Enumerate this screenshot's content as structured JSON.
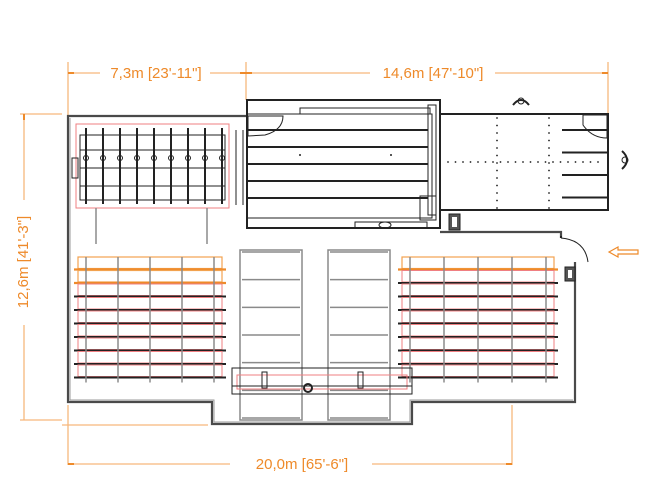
{
  "drawing": {
    "title": "Glass processing line floor plan",
    "dimensions": {
      "top_left": "7,3m [23'-11\"]",
      "top_right": "14,6m [47'-10\"]",
      "left_vertical": "12,6m [41'-3\"]",
      "bottom_total": "20,0m [65'-6\"]"
    },
    "colors": {
      "dimension": "#ee8a2a",
      "dimension_line": "#f6b87c",
      "wall": "#4a4a4a",
      "rack_outline": "#ef7f82",
      "rack_highlight": "#f2a24f",
      "equipment": "#222222"
    },
    "components": {
      "storage_racks_left": {
        "rows": 9,
        "bays": 4,
        "highlighted_rows": 2
      },
      "storage_racks_right": {
        "rows": 9,
        "bays": 4,
        "highlighted_rows": 1
      },
      "transfer_tables": {
        "count": 2,
        "sections": 6
      },
      "cutting_table": {
        "slats": 5
      },
      "breakout_table": {
        "slats": 4
      },
      "loading_station": {
        "frames": 9
      }
    },
    "icons": {
      "entry_arrow": "arrow-left-icon",
      "operator_top": "operator-icon",
      "operator_right": "operator-icon",
      "control_panel": "control-cabinet-icon"
    }
  }
}
